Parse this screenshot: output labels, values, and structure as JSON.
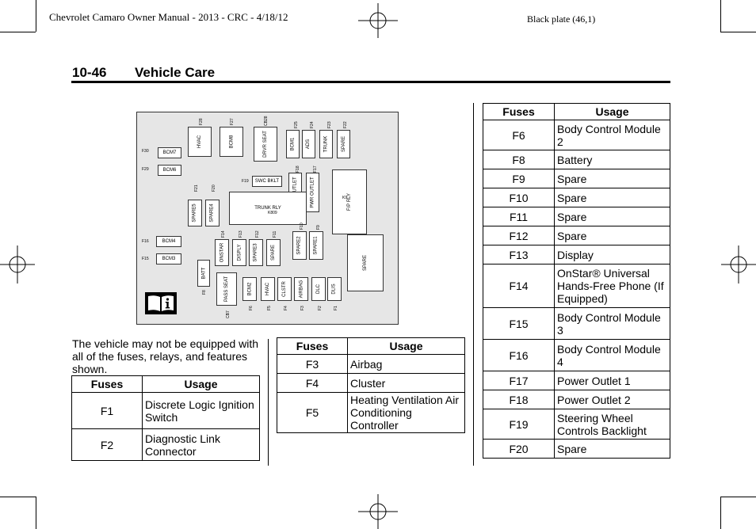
{
  "header": {
    "doc_title": "Chevrolet Camaro Owner Manual - 2013 - CRC - 4/18/12",
    "plate": "Black plate (46,1)"
  },
  "section": {
    "number": "10-46",
    "title": "Vehicle Care"
  },
  "diagram": {
    "boxes": [
      {
        "label": "BCM7",
        "vertical": false
      },
      {
        "label": "BCM6",
        "vertical": false
      },
      {
        "label": "HVAC",
        "vertical": true
      },
      {
        "label": "BCM8",
        "vertical": true
      },
      {
        "label": "DRVR SEAT",
        "vertical": true
      },
      {
        "label": "BCM1",
        "vertical": true
      },
      {
        "label": "ADS",
        "vertical": true
      },
      {
        "label": "TRUNK",
        "vertical": true
      },
      {
        "label": "SPARE",
        "vertical": true
      },
      {
        "label": "SWC BKLT",
        "vertical": false
      },
      {
        "label": "PWR OUTLET",
        "vertical": true
      },
      {
        "label": "PWR OUTLET",
        "vertical": true
      },
      {
        "label": "F/P RLY",
        "vertical": true
      },
      {
        "label": "SPARE5",
        "vertical": true
      },
      {
        "label": "SPARE4",
        "vertical": true
      },
      {
        "label": "TRUNK RLY",
        "vertical": false
      },
      {
        "label": "BCM4",
        "vertical": false
      },
      {
        "label": "BCM3",
        "vertical": false
      },
      {
        "label": "ONSTAR",
        "vertical": true
      },
      {
        "label": "DISPLY",
        "vertical": true
      },
      {
        "label": "SPARE3",
        "vertical": true
      },
      {
        "label": "SPARE",
        "vertical": true
      },
      {
        "label": "SPARE2",
        "vertical": true
      },
      {
        "label": "SPARE1",
        "vertical": true
      },
      {
        "label": "SPARE",
        "vertical": true
      },
      {
        "label": "BATT",
        "vertical": true
      },
      {
        "label": "PASS SEAT",
        "vertical": true
      },
      {
        "label": "BCM2",
        "vertical": true
      },
      {
        "label": "HVAC",
        "vertical": true
      },
      {
        "label": "CLSTR",
        "vertical": true
      },
      {
        "label": "AIRBAG",
        "vertical": true
      },
      {
        "label": "DLC",
        "vertical": true
      },
      {
        "label": "DLIS",
        "vertical": true
      }
    ],
    "labels": [
      "F30",
      "F29",
      "F28",
      "F27",
      "CB28",
      "F25",
      "F24",
      "F23",
      "F22",
      "F19",
      "F18",
      "F17",
      "F21",
      "F20",
      "K9",
      "K809",
      "F16",
      "F15",
      "F14",
      "F13",
      "F12",
      "F11",
      "F10",
      "F9",
      "F8",
      "CB7",
      "F6",
      "F5",
      "F4",
      "F3",
      "F2",
      "F1"
    ]
  },
  "intro_text": "The vehicle may not be equipped with all of the fuses, relays, and features shown.",
  "tables": [
    {
      "headers": [
        "Fuses",
        "Usage"
      ],
      "rows": [
        [
          "F1",
          "Discrete Logic Ignition Switch"
        ],
        [
          "F2",
          "Diagnostic Link Connector"
        ]
      ]
    },
    {
      "headers": [
        "Fuses",
        "Usage"
      ],
      "rows": [
        [
          "F3",
          "Airbag"
        ],
        [
          "F4",
          "Cluster"
        ],
        [
          "F5",
          "Heating Ventilation Air Conditioning Controller"
        ]
      ]
    },
    {
      "headers": [
        "Fuses",
        "Usage"
      ],
      "rows": [
        [
          "F6",
          "Body Control Module 2"
        ],
        [
          "F8",
          "Battery"
        ],
        [
          "F9",
          "Spare"
        ],
        [
          "F10",
          "Spare"
        ],
        [
          "F11",
          "Spare"
        ],
        [
          "F12",
          "Spare"
        ],
        [
          "F13",
          "Display"
        ],
        [
          "F14",
          "OnStar® Universal Hands-Free Phone (If Equipped)"
        ],
        [
          "F15",
          "Body Control Module 3"
        ],
        [
          "F16",
          "Body Control Module 4"
        ],
        [
          "F17",
          "Power Outlet 1"
        ],
        [
          "F18",
          "Power Outlet 2"
        ],
        [
          "F19",
          "Steering Wheel Controls Backlight"
        ],
        [
          "F20",
          "Spare"
        ]
      ]
    }
  ]
}
